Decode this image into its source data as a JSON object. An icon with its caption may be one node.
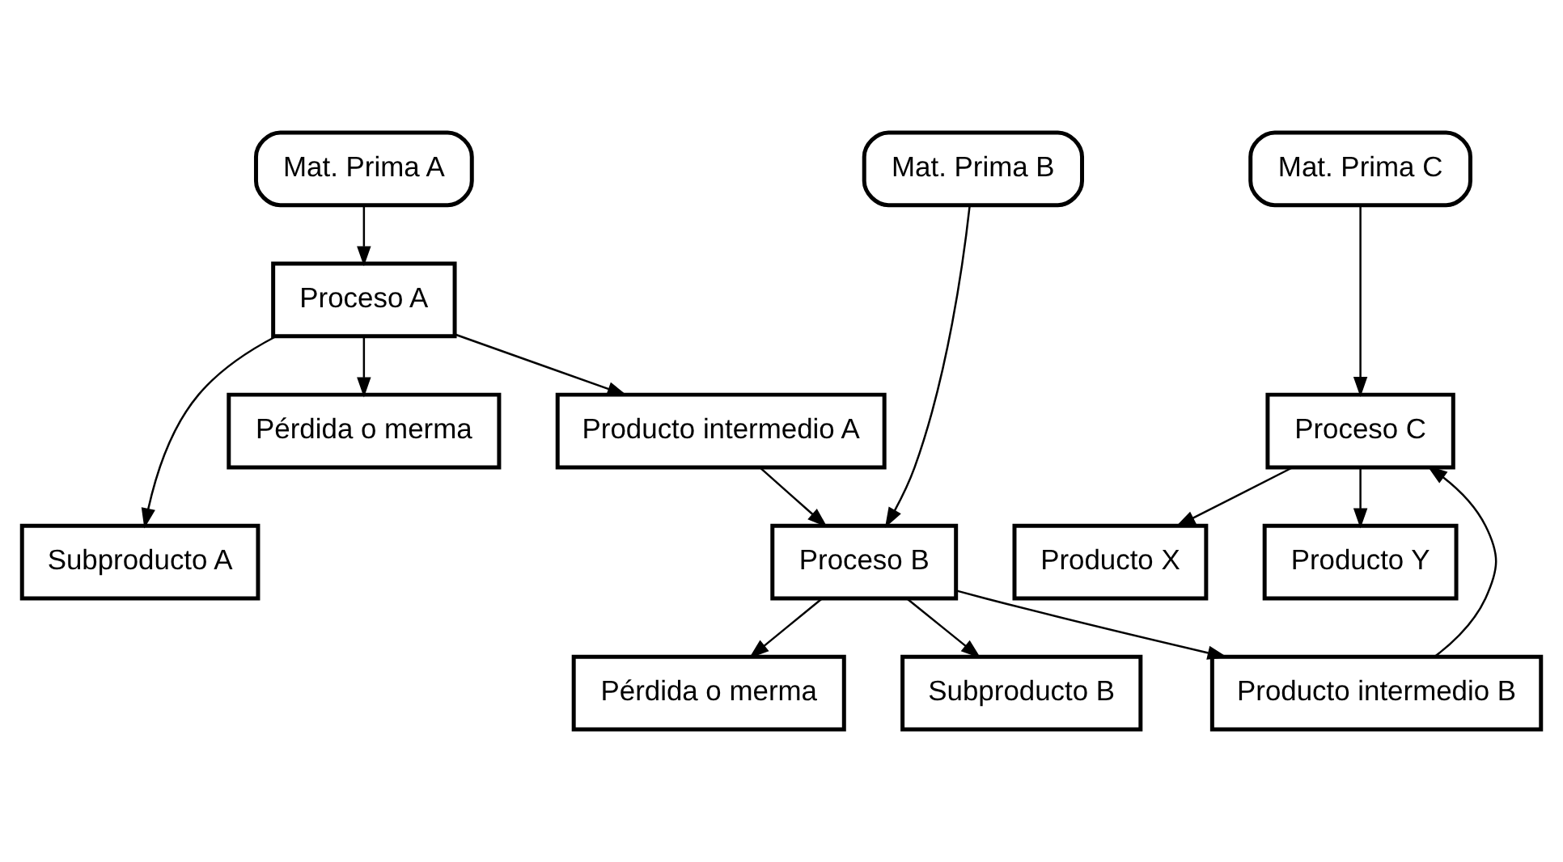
{
  "diagram": {
    "nodes": [
      {
        "text": [
          "Mat. Prima A"
        ]
      },
      {
        "text": [
          "Mat. Prima B"
        ]
      },
      {
        "text": [
          "Mat. Prima C"
        ]
      },
      {
        "text": [
          "Proceso A"
        ]
      },
      {
        "text": [
          "Pérdida o merma"
        ]
      },
      {
        "text": [
          "Producto intermedio A"
        ]
      },
      {
        "text": [
          "Subproducto A"
        ]
      },
      {
        "text": [
          "Proceso B"
        ]
      },
      {
        "text": [
          "Proceso C"
        ]
      },
      {
        "text": [
          "Pérdida o merma"
        ]
      },
      {
        "text": [
          "Subproducto B"
        ]
      },
      {
        "text": [
          "Producto intermedio B"
        ]
      },
      {
        "text": [
          "Producto X"
        ]
      },
      {
        "text": [
          "Producto Y"
        ]
      }
    ],
    "edges": [
      {
        "from": 0,
        "to": 3,
        "arrow": "to"
      },
      {
        "from": 3,
        "to": 4,
        "arrow": "to"
      },
      {
        "from": 3,
        "to": 5,
        "arrow": "to"
      },
      {
        "from": 3,
        "to": 6,
        "arrow": "to"
      },
      {
        "from": 1,
        "to": 7,
        "arrow": "to"
      },
      {
        "from": 5,
        "to": 7,
        "arrow": "to"
      },
      {
        "from": 7,
        "to": 9,
        "arrow": "to"
      },
      {
        "from": 7,
        "to": 10,
        "arrow": "to"
      },
      {
        "from": 7,
        "to": 11,
        "arrow": "to"
      },
      {
        "from": 2,
        "to": 8,
        "arrow": "to"
      },
      {
        "from": 11,
        "to": 8,
        "arrow": "to"
      },
      {
        "from": 8,
        "to": 12,
        "arrow": "to"
      },
      {
        "from": 8,
        "to": 13,
        "arrow": "to"
      }
    ]
  }
}
